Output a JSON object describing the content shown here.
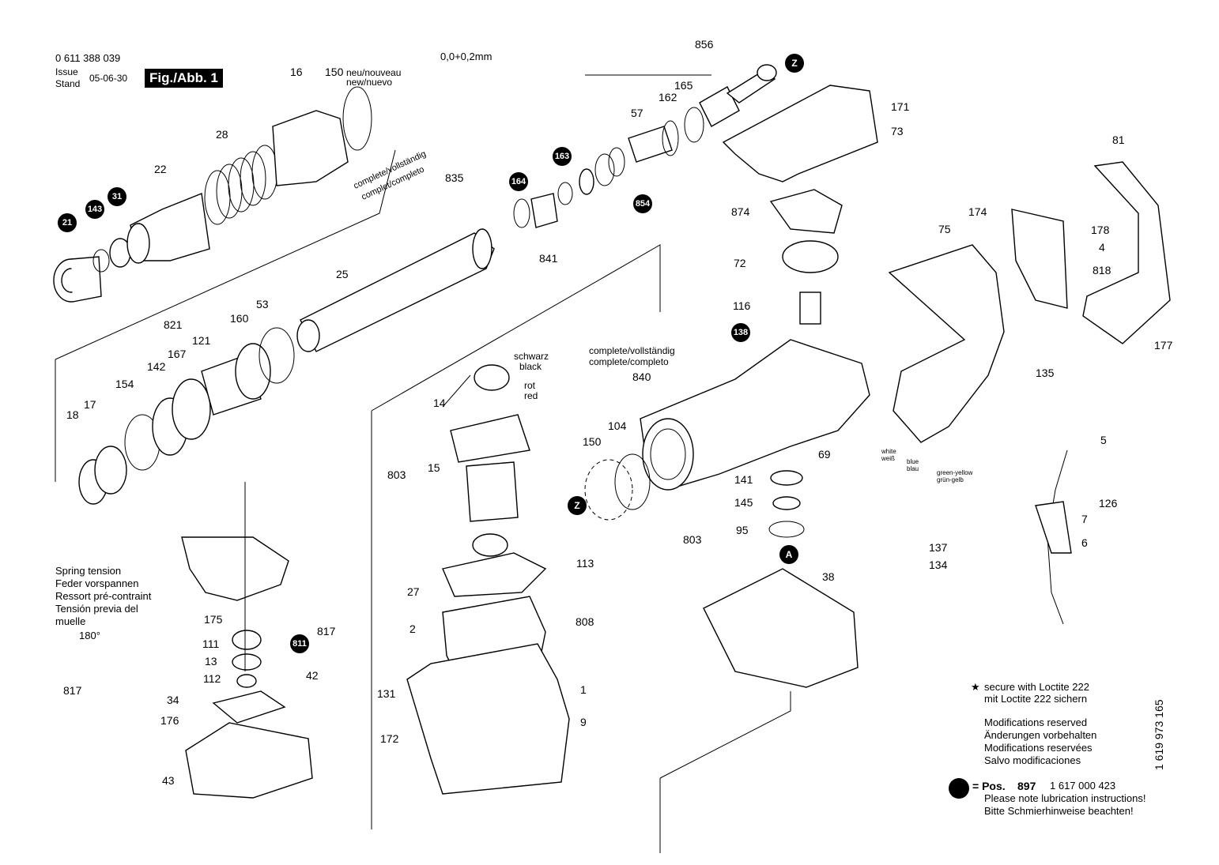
{
  "header": {
    "part_number": "0 611 388 039",
    "issue_label": "Issue",
    "stand_label": "Stand",
    "date": "05-06-30",
    "figure_label": "Fig./Abb. 1",
    "tolerance": "0,0+0,2mm"
  },
  "notes": {
    "new_nouveau": "neu/nouveau",
    "new_nuevo": "new/nuevo",
    "complete_835_a": "complete/vollständig",
    "complete_835_b": "complet/completo",
    "complete_840_a": "complete/vollständig",
    "complete_840_b": "complete/completo",
    "schwarz": "schwarz",
    "black": "black",
    "rot": "rot",
    "red": "red",
    "white": "white",
    "weiss": "weiß",
    "blue": "blue",
    "blau": "blau",
    "green_yellow": "green-yellow",
    "gruen_gelb": "grün-gelb",
    "spring_tension": [
      "Spring tension",
      "Feder vorspannen",
      "Ressort pré-contraint",
      "Tensión previa del",
      "muelle"
    ],
    "angle": "180°",
    "loctite": [
      "secure with Loctite 222",
      "mit Loctite 222 sichern"
    ],
    "modifications": [
      "Modifications reserved",
      "Änderungen vorbehalten",
      "Modifications reservées",
      "Salvo modificaciones"
    ],
    "pos_label": "= Pos.",
    "pos_number": "897",
    "pos_code": "1 617 000 423",
    "lubrication": [
      "Please note lubrication instructions!",
      "Bitte Schmierhinweise beachten!"
    ],
    "doc_number": "1 619 973 165"
  },
  "parts": [
    "16",
    "150",
    "28",
    "22",
    "21",
    "143",
    "31",
    "835",
    "25",
    "164",
    "163",
    "57",
    "162",
    "165",
    "856",
    "171",
    "73",
    "854",
    "841",
    "874",
    "72",
    "116",
    "138",
    "81",
    "75",
    "174",
    "178",
    "4",
    "818",
    "177",
    "821",
    "160",
    "53",
    "167",
    "121",
    "142",
    "154",
    "18",
    "17",
    "803",
    "14",
    "15",
    "27",
    "113",
    "2",
    "808",
    "131",
    "1",
    "9",
    "172",
    "840",
    "104",
    "150",
    "141",
    "145",
    "95",
    "803",
    "69",
    "135",
    "5",
    "126",
    "7",
    "6",
    "137",
    "134",
    "38",
    "175",
    "111",
    "13",
    "112",
    "817",
    "811",
    "42",
    "34",
    "176",
    "43",
    "817"
  ],
  "ref_markers": [
    "21",
    "143",
    "31",
    "164",
    "163",
    "854",
    "138",
    "811",
    "Z",
    "Z",
    "A"
  ],
  "colors": {
    "ink": "#000000",
    "paper": "#ffffff",
    "shade": "#dddddd"
  }
}
